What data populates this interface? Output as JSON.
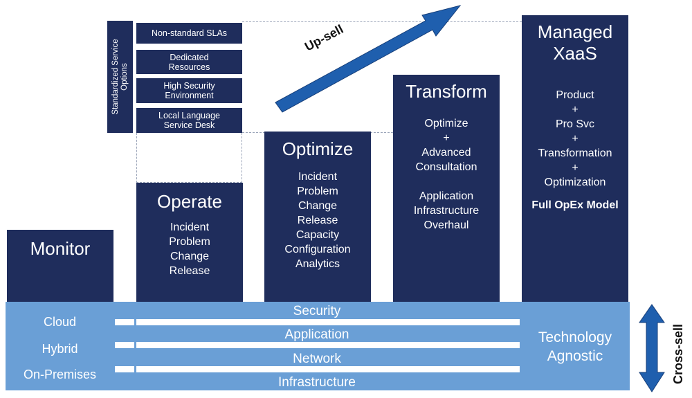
{
  "options": {
    "vertical_label": "Standardized Service Options",
    "items": [
      "Non-standard SLAs",
      "Dedicated Resources",
      "High Security Environment",
      "Local Language Service Desk"
    ]
  },
  "upsell": {
    "label": "Up-sell"
  },
  "crosssell": {
    "label": "Cross-sell"
  },
  "columns": {
    "monitor": {
      "title": "Monitor"
    },
    "operate": {
      "title": "Operate",
      "lines": [
        "Incident",
        "Problem",
        "Change",
        "Release"
      ]
    },
    "optimize": {
      "title": "Optimize",
      "lines": [
        "Incident",
        "Problem",
        "Change",
        "Release",
        "Capacity",
        "Configuration",
        "Analytics"
      ]
    },
    "transform": {
      "title": "Transform",
      "lines": [
        "Optimize",
        "+",
        "Advanced",
        "Consultation",
        "",
        "Application",
        "Infrastructure",
        "Overhaul"
      ]
    },
    "managed": {
      "title_1": "Managed",
      "title_2": "XaaS",
      "lines": [
        "Product",
        "+",
        "Pro Svc",
        "+",
        "Transformation",
        "+",
        "Optimization"
      ],
      "bold_line": "Full OpEx Model"
    }
  },
  "deployment": [
    "Cloud",
    "Hybrid",
    "On-Premises"
  ],
  "layers": [
    "Security",
    "Application",
    "Network",
    "Infrastructure"
  ],
  "tech_agnostic": {
    "line1": "Technology",
    "line2": "Agnostic"
  },
  "colors": {
    "navy": "#1f2d5c",
    "band": "#6a9fd6",
    "arrow": "#1f5fae"
  }
}
